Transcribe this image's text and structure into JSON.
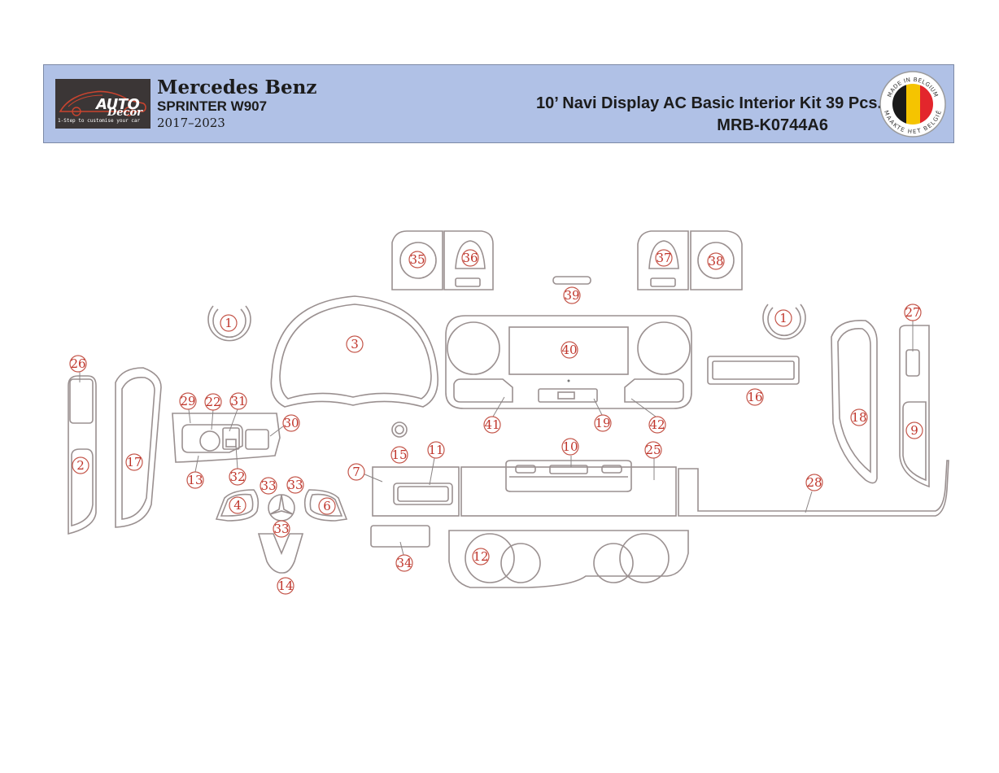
{
  "brand": {
    "logo_word_1": "AUTO",
    "logo_word_2": "Decor",
    "logo_tagline": "1-Step to customise your car"
  },
  "vehicle": {
    "make": "Mercedes Benz",
    "model": "SPRINTER W907",
    "years": "2017–2023"
  },
  "kit": {
    "title": "10’ Navi Display AC Basic Interior Kit  39 Pcs.",
    "code": "MRB-K0744A6"
  },
  "badge": {
    "top_text": "MADE IN BELGIUM",
    "bottom_text": "MAAKTE HET BELGIË",
    "flag_colors": [
      "#1a1a1a",
      "#f5c400",
      "#e3262c"
    ]
  },
  "parts": {
    "p1a": "1",
    "p1b": "1",
    "p2": "2",
    "p3": "3",
    "p4": "4",
    "p6": "6",
    "p7": "7",
    "p9": "9",
    "p10": "10",
    "p11": "11",
    "p12": "12",
    "p13": "13",
    "p14": "14",
    "p15": "15",
    "p16": "16",
    "p17": "17",
    "p18": "18",
    "p19": "19",
    "p22": "22",
    "p25": "25",
    "p26": "26",
    "p27": "27",
    "p28": "28",
    "p29": "29",
    "p30": "30",
    "p31": "31",
    "p32": "32",
    "p33a": "33",
    "p33b": "33",
    "p33c": "33",
    "p34": "34",
    "p35": "35",
    "p36": "36",
    "p37": "37",
    "p38": "38",
    "p39": "39",
    "p40": "40",
    "p41": "41",
    "p42": "42"
  },
  "colors": {
    "header_bg": "#b0c1e6",
    "part_stroke": "#9a9090",
    "label_red": "#c0342a"
  }
}
